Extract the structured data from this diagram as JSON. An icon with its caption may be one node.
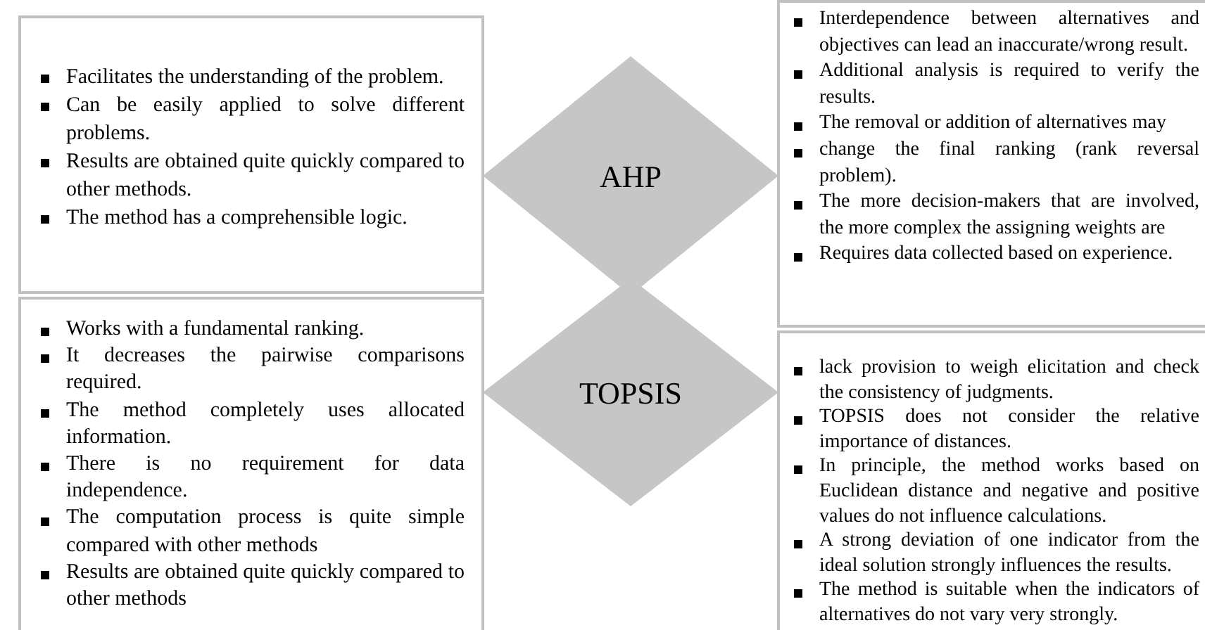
{
  "diagram": {
    "nodes": [
      {
        "text": [
          "Facilitates the understanding of the problem.",
          "Can be easily applied to solve different problems.",
          "Results are obtained quite quickly compared to other methods.",
          "The method has a comprehensible logic."
        ]
      },
      {
        "text": [
          "AHP"
        ]
      },
      {
        "text": [
          "Interdependence between alternatives and objectives can lead an inaccurate/wrong result.",
          "Additional analysis is required to verify the results.",
          "The removal or addition of alternatives may",
          "change the final ranking (rank reversal problem).",
          "The more decision-makers that are involved, the more complex the assigning weights are",
          "Requires data collected based on experience."
        ]
      },
      {
        "text": [
          "Works with a fundamental ranking.",
          "It decreases the pairwise comparisons required.",
          "The method completely uses allocated information.",
          "There is no requirement for data independence.",
          "The computation process is quite simple compared with other methods",
          "Results are obtained quite quickly compared to other methods"
        ]
      },
      {
        "text": [
          "TOPSIS"
        ]
      },
      {
        "text": [
          "lack provision to weigh elicitation and check the consistency of judgments.",
          "TOPSIS does not consider the relative importance of distances.",
          "In principle, the method works based on Euclidean distance and negative and positive values do not influence calculations.",
          "A strong deviation of one indicator from the ideal solution strongly influences the results.",
          "The method is suitable when the indicators of alternatives do not vary very strongly."
        ]
      }
    ]
  }
}
